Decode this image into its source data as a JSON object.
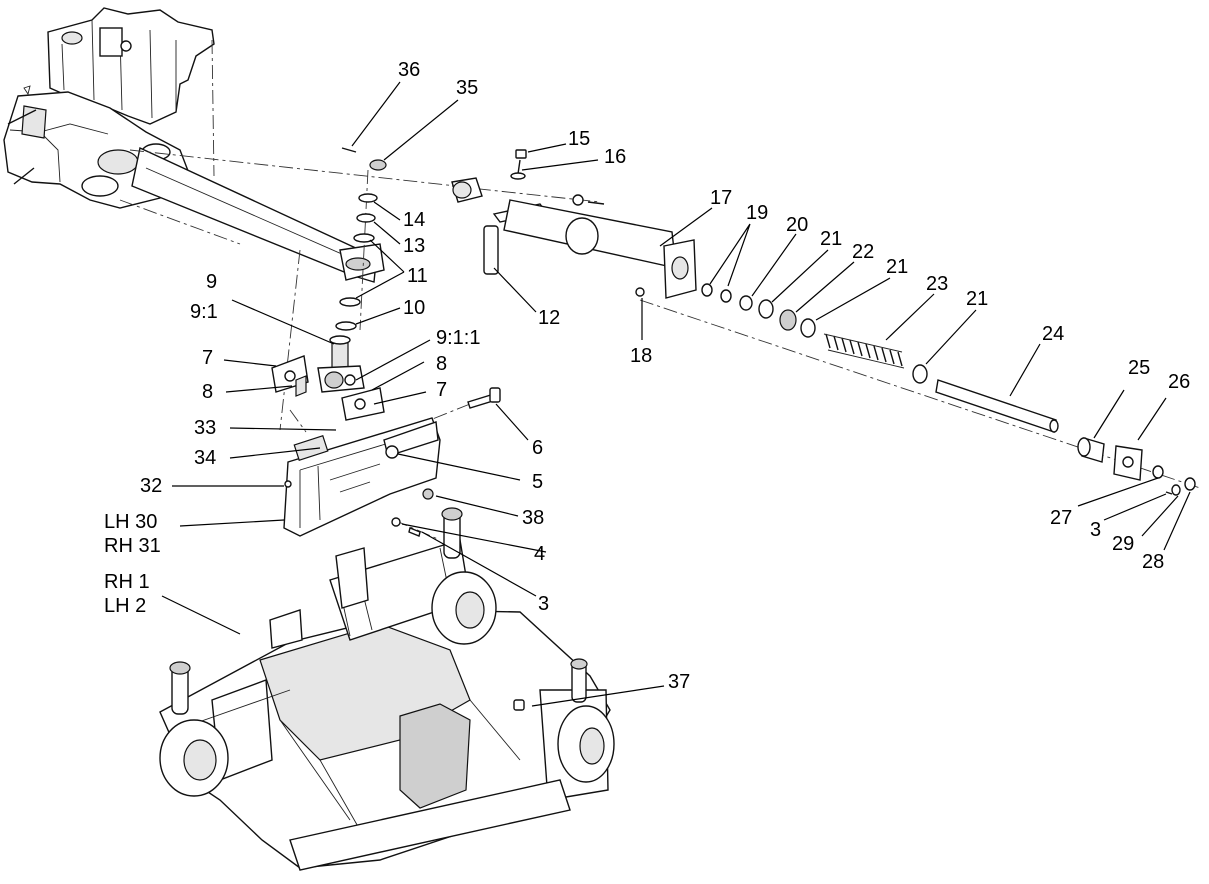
{
  "labels": [
    {
      "id": "l36",
      "text": "36"
    },
    {
      "id": "l35",
      "text": "35"
    },
    {
      "id": "l15",
      "text": "15"
    },
    {
      "id": "l16",
      "text": "16"
    },
    {
      "id": "l17",
      "text": "17"
    },
    {
      "id": "l19",
      "text": "19"
    },
    {
      "id": "l20",
      "text": "20"
    },
    {
      "id": "l21a",
      "text": "21"
    },
    {
      "id": "l22",
      "text": "22"
    },
    {
      "id": "l21b",
      "text": "21"
    },
    {
      "id": "l23",
      "text": "23"
    },
    {
      "id": "l21c",
      "text": "21"
    },
    {
      "id": "l14",
      "text": "14"
    },
    {
      "id": "l13",
      "text": "13"
    },
    {
      "id": "l11",
      "text": "11"
    },
    {
      "id": "l10",
      "text": "10"
    },
    {
      "id": "l12",
      "text": "12"
    },
    {
      "id": "l18",
      "text": "18"
    },
    {
      "id": "l9",
      "text": "9"
    },
    {
      "id": "l91",
      "text": "9:1"
    },
    {
      "id": "l911",
      "text": "9:1:1"
    },
    {
      "id": "l7a",
      "text": "7"
    },
    {
      "id": "l8a",
      "text": "8"
    },
    {
      "id": "l8b",
      "text": "8"
    },
    {
      "id": "l7b",
      "text": "7"
    },
    {
      "id": "l24",
      "text": "24"
    },
    {
      "id": "l25",
      "text": "25"
    },
    {
      "id": "l26",
      "text": "26"
    },
    {
      "id": "l33",
      "text": "33"
    },
    {
      "id": "l34",
      "text": "34"
    },
    {
      "id": "l6",
      "text": "6"
    },
    {
      "id": "l5",
      "text": "5"
    },
    {
      "id": "l32",
      "text": "32"
    },
    {
      "id": "l38",
      "text": "38"
    },
    {
      "id": "l30",
      "text": "LH 30"
    },
    {
      "id": "l31",
      "text": "RH 31"
    },
    {
      "id": "l4",
      "text": "4"
    },
    {
      "id": "l3a",
      "text": "3"
    },
    {
      "id": "l27",
      "text": "27"
    },
    {
      "id": "l3b",
      "text": "3"
    },
    {
      "id": "l29",
      "text": "29"
    },
    {
      "id": "l28",
      "text": "28"
    },
    {
      "id": "l1",
      "text": "RH 1"
    },
    {
      "id": "l2",
      "text": "LH 2"
    },
    {
      "id": "l37",
      "text": "37"
    }
  ]
}
